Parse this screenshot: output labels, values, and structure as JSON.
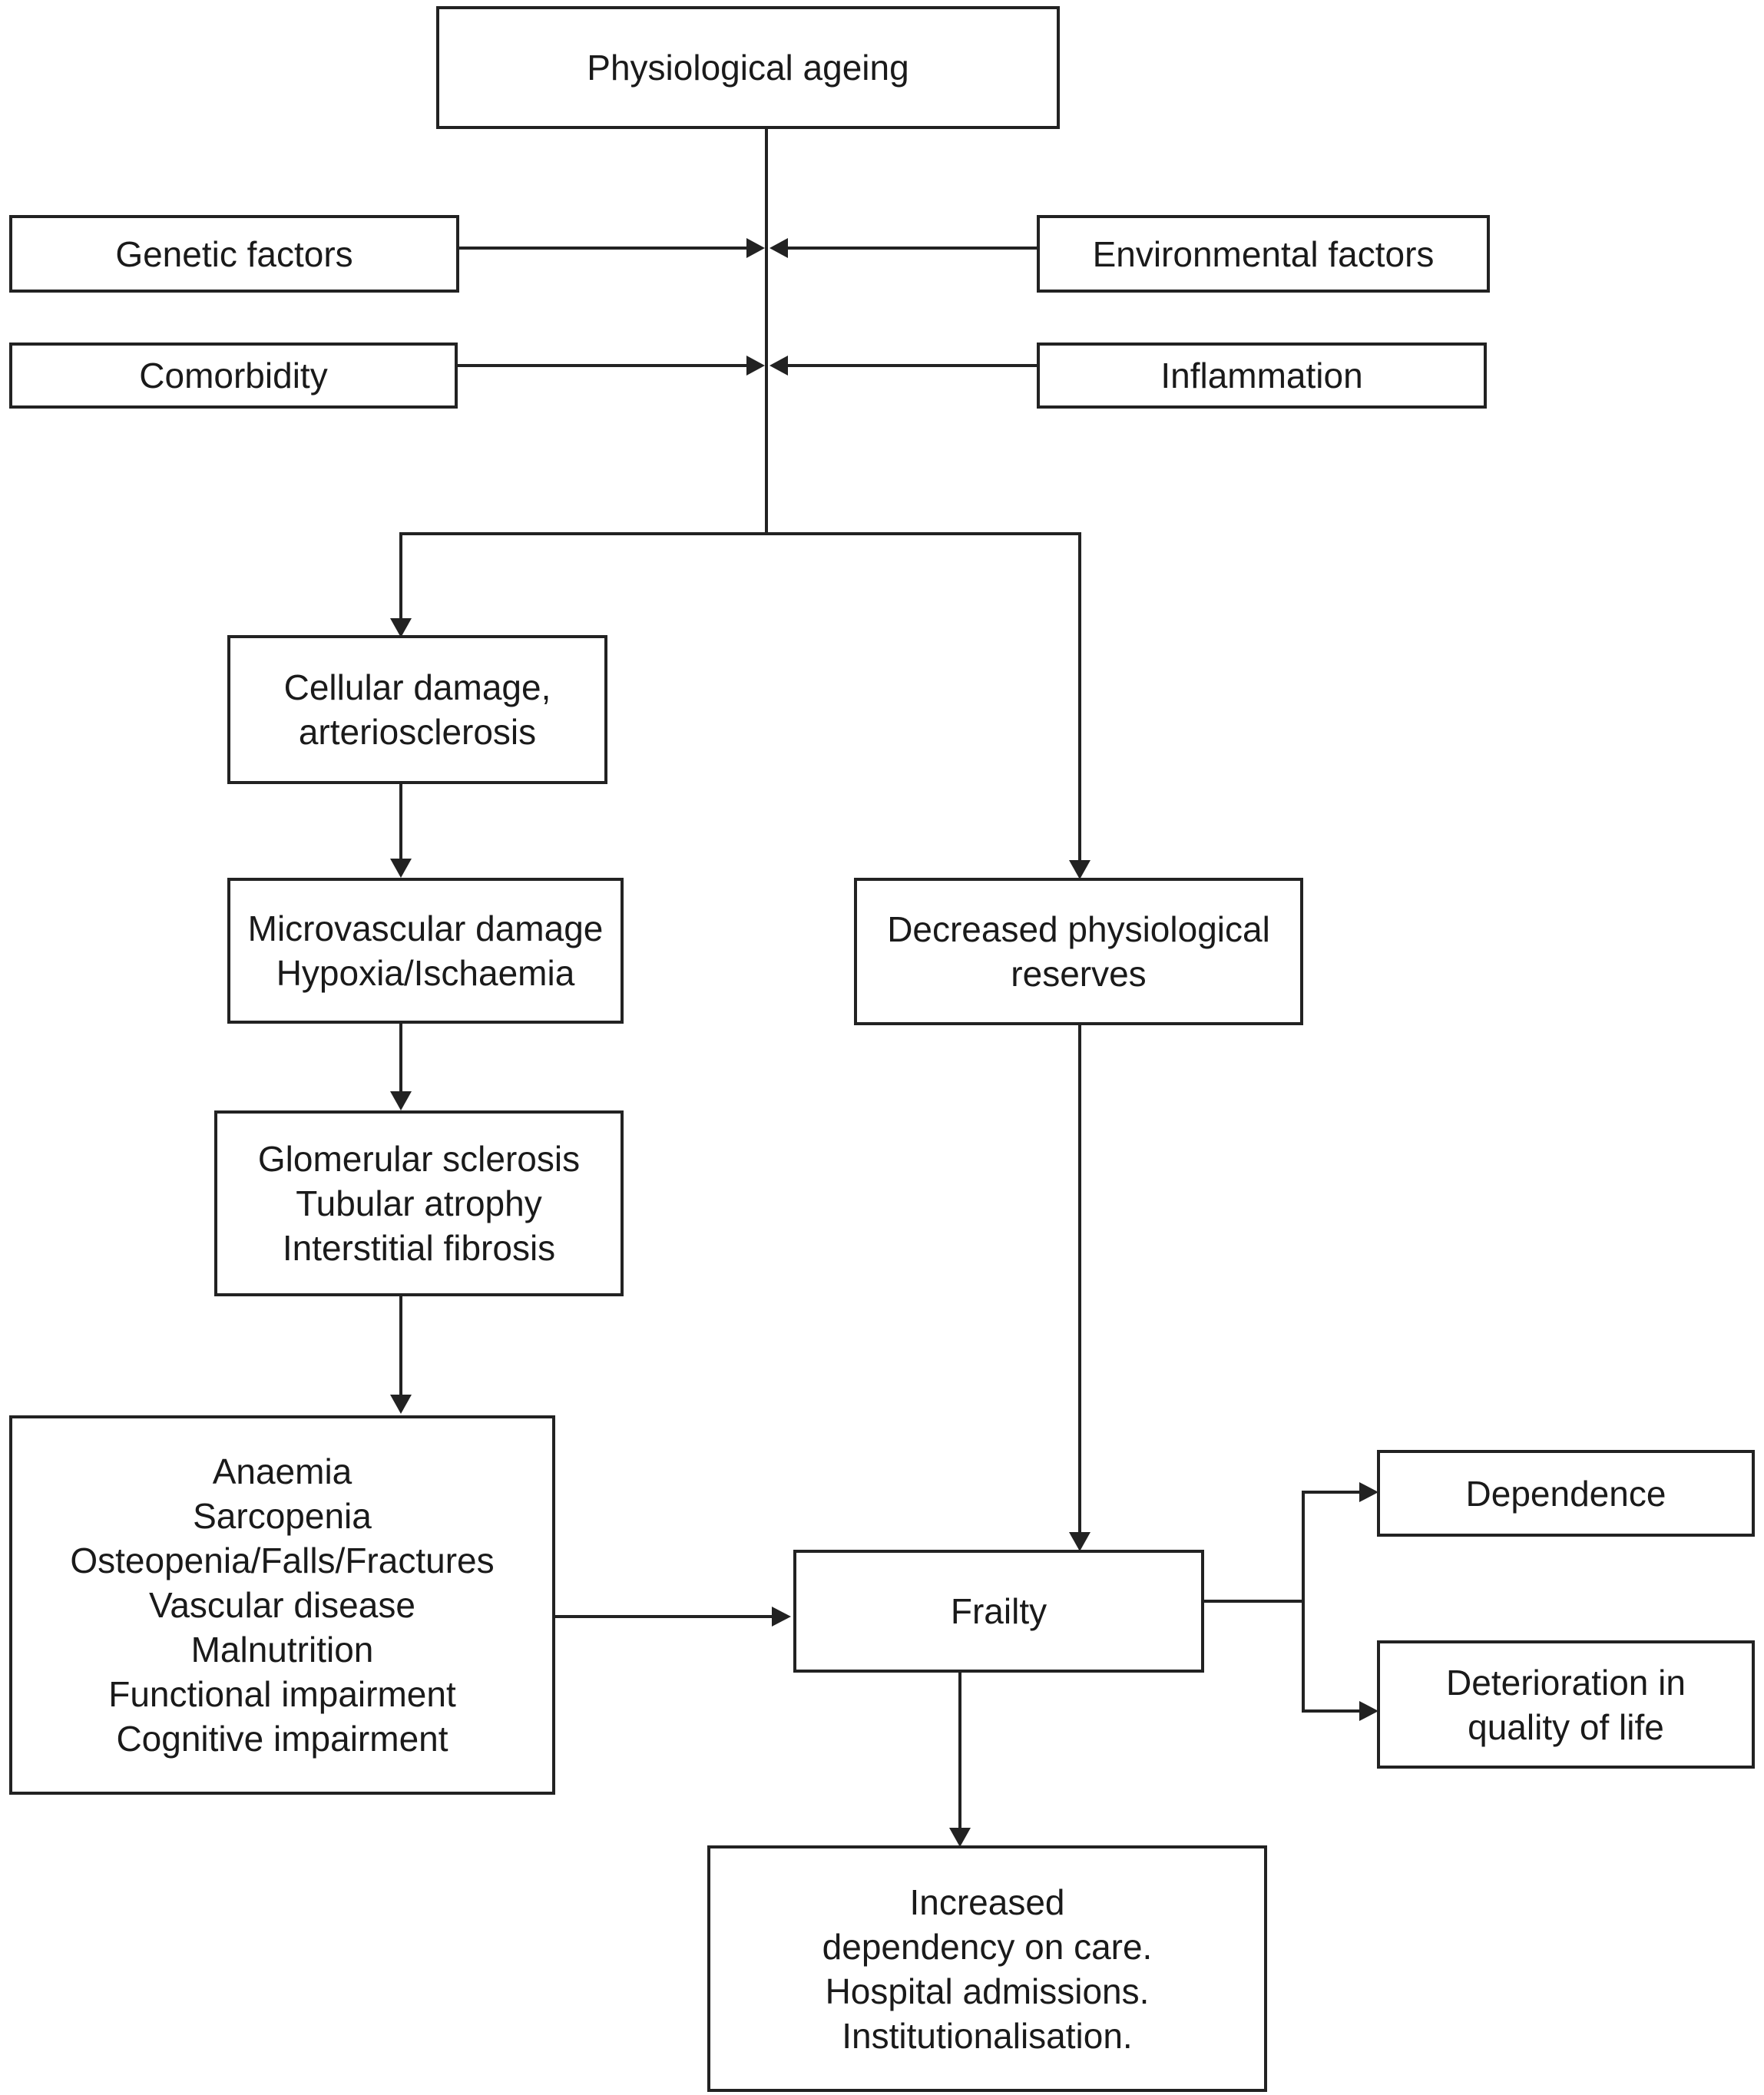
{
  "boxes": {
    "physiological_ageing": {
      "lines": [
        "Physiological ageing"
      ]
    },
    "genetic_factors": {
      "lines": [
        "Genetic factors"
      ]
    },
    "environmental_factors": {
      "lines": [
        "Environmental factors"
      ]
    },
    "comorbidity": {
      "lines": [
        "Comorbidity"
      ]
    },
    "inflammation": {
      "lines": [
        "Inflammation"
      ]
    },
    "cellular_damage": {
      "lines": [
        "Cellular damage,",
        "arteriosclerosis"
      ]
    },
    "microvascular_damage": {
      "lines": [
        "Microvascular damage",
        "Hypoxia/Ischaemia"
      ]
    },
    "glomerular_sclerosis": {
      "lines": [
        "Glomerular sclerosis",
        "Tubular atrophy",
        "Interstitial fibrosis"
      ]
    },
    "decreased_reserves": {
      "lines": [
        "Decreased physiological",
        "reserves"
      ]
    },
    "clinical_conditions": {
      "lines": [
        "Anaemia",
        "Sarcopenia",
        "Osteopenia/Falls/Fractures",
        "Vascular disease",
        "Malnutrition",
        "Functional impairment",
        "Cognitive impairment"
      ]
    },
    "frailty": {
      "lines": [
        "Frailty"
      ]
    },
    "dependence": {
      "lines": [
        "Dependence"
      ]
    },
    "deterioration_qol": {
      "lines": [
        "Deterioration in",
        "quality of life"
      ]
    },
    "increased_dependency": {
      "lines": [
        "Increased",
        "dependency on care.",
        "Hospital admissions.",
        "Institutionalisation."
      ]
    }
  }
}
